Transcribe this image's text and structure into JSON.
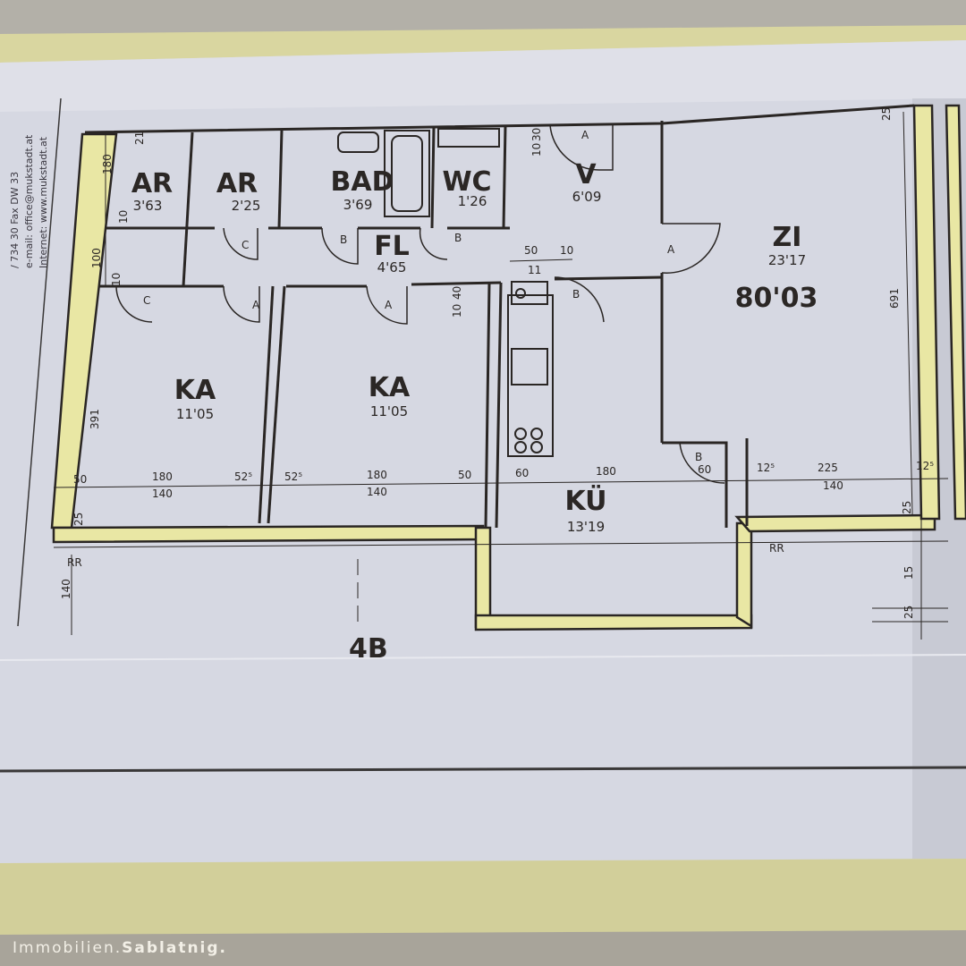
{
  "header": {
    "phone_fax": "/ 734 30  Fax DW 33",
    "email": "e-mail: office@mukstadt.at",
    "internet": "Internet: www.mukstadt.at"
  },
  "rooms": [
    {
      "name": "AR",
      "area": "3'63"
    },
    {
      "name": "AR",
      "area": "2'25"
    },
    {
      "name": "BAD",
      "area": "3'69"
    },
    {
      "name": "WC",
      "area": "1'26"
    },
    {
      "name": "V",
      "area": "6'09"
    },
    {
      "name": "FL",
      "area": "4'65"
    },
    {
      "name": "ZI",
      "area": "23'17"
    },
    {
      "name": "KA",
      "area": "11'05"
    },
    {
      "name": "KA",
      "area": "11'05"
    },
    {
      "name": "KÜ",
      "area": "13'19"
    }
  ],
  "total_area": "80'03",
  "door_marks": [
    "A",
    "B",
    "C"
  ],
  "dimensions": {
    "left": [
      "180",
      "21",
      "10",
      "100",
      "10",
      "391",
      "140",
      "25"
    ],
    "top": [
      "10",
      "30",
      "50",
      "10",
      "11",
      "10",
      "40"
    ],
    "row_ka1": [
      "50",
      "180",
      "140",
      "52⁵"
    ],
    "row_ka2": [
      "52⁵",
      "180",
      "140",
      "50"
    ],
    "row_ku": [
      "60",
      "180",
      "60"
    ],
    "row_zi": [
      "12⁵",
      "225",
      "140",
      "12⁵"
    ],
    "right": [
      "691",
      "25",
      "25",
      "15",
      "25"
    ],
    "markers": [
      "RR",
      "RR",
      "4B"
    ]
  },
  "watermark": {
    "part1": "Immobilien.",
    "part2": "Sablatnig."
  }
}
